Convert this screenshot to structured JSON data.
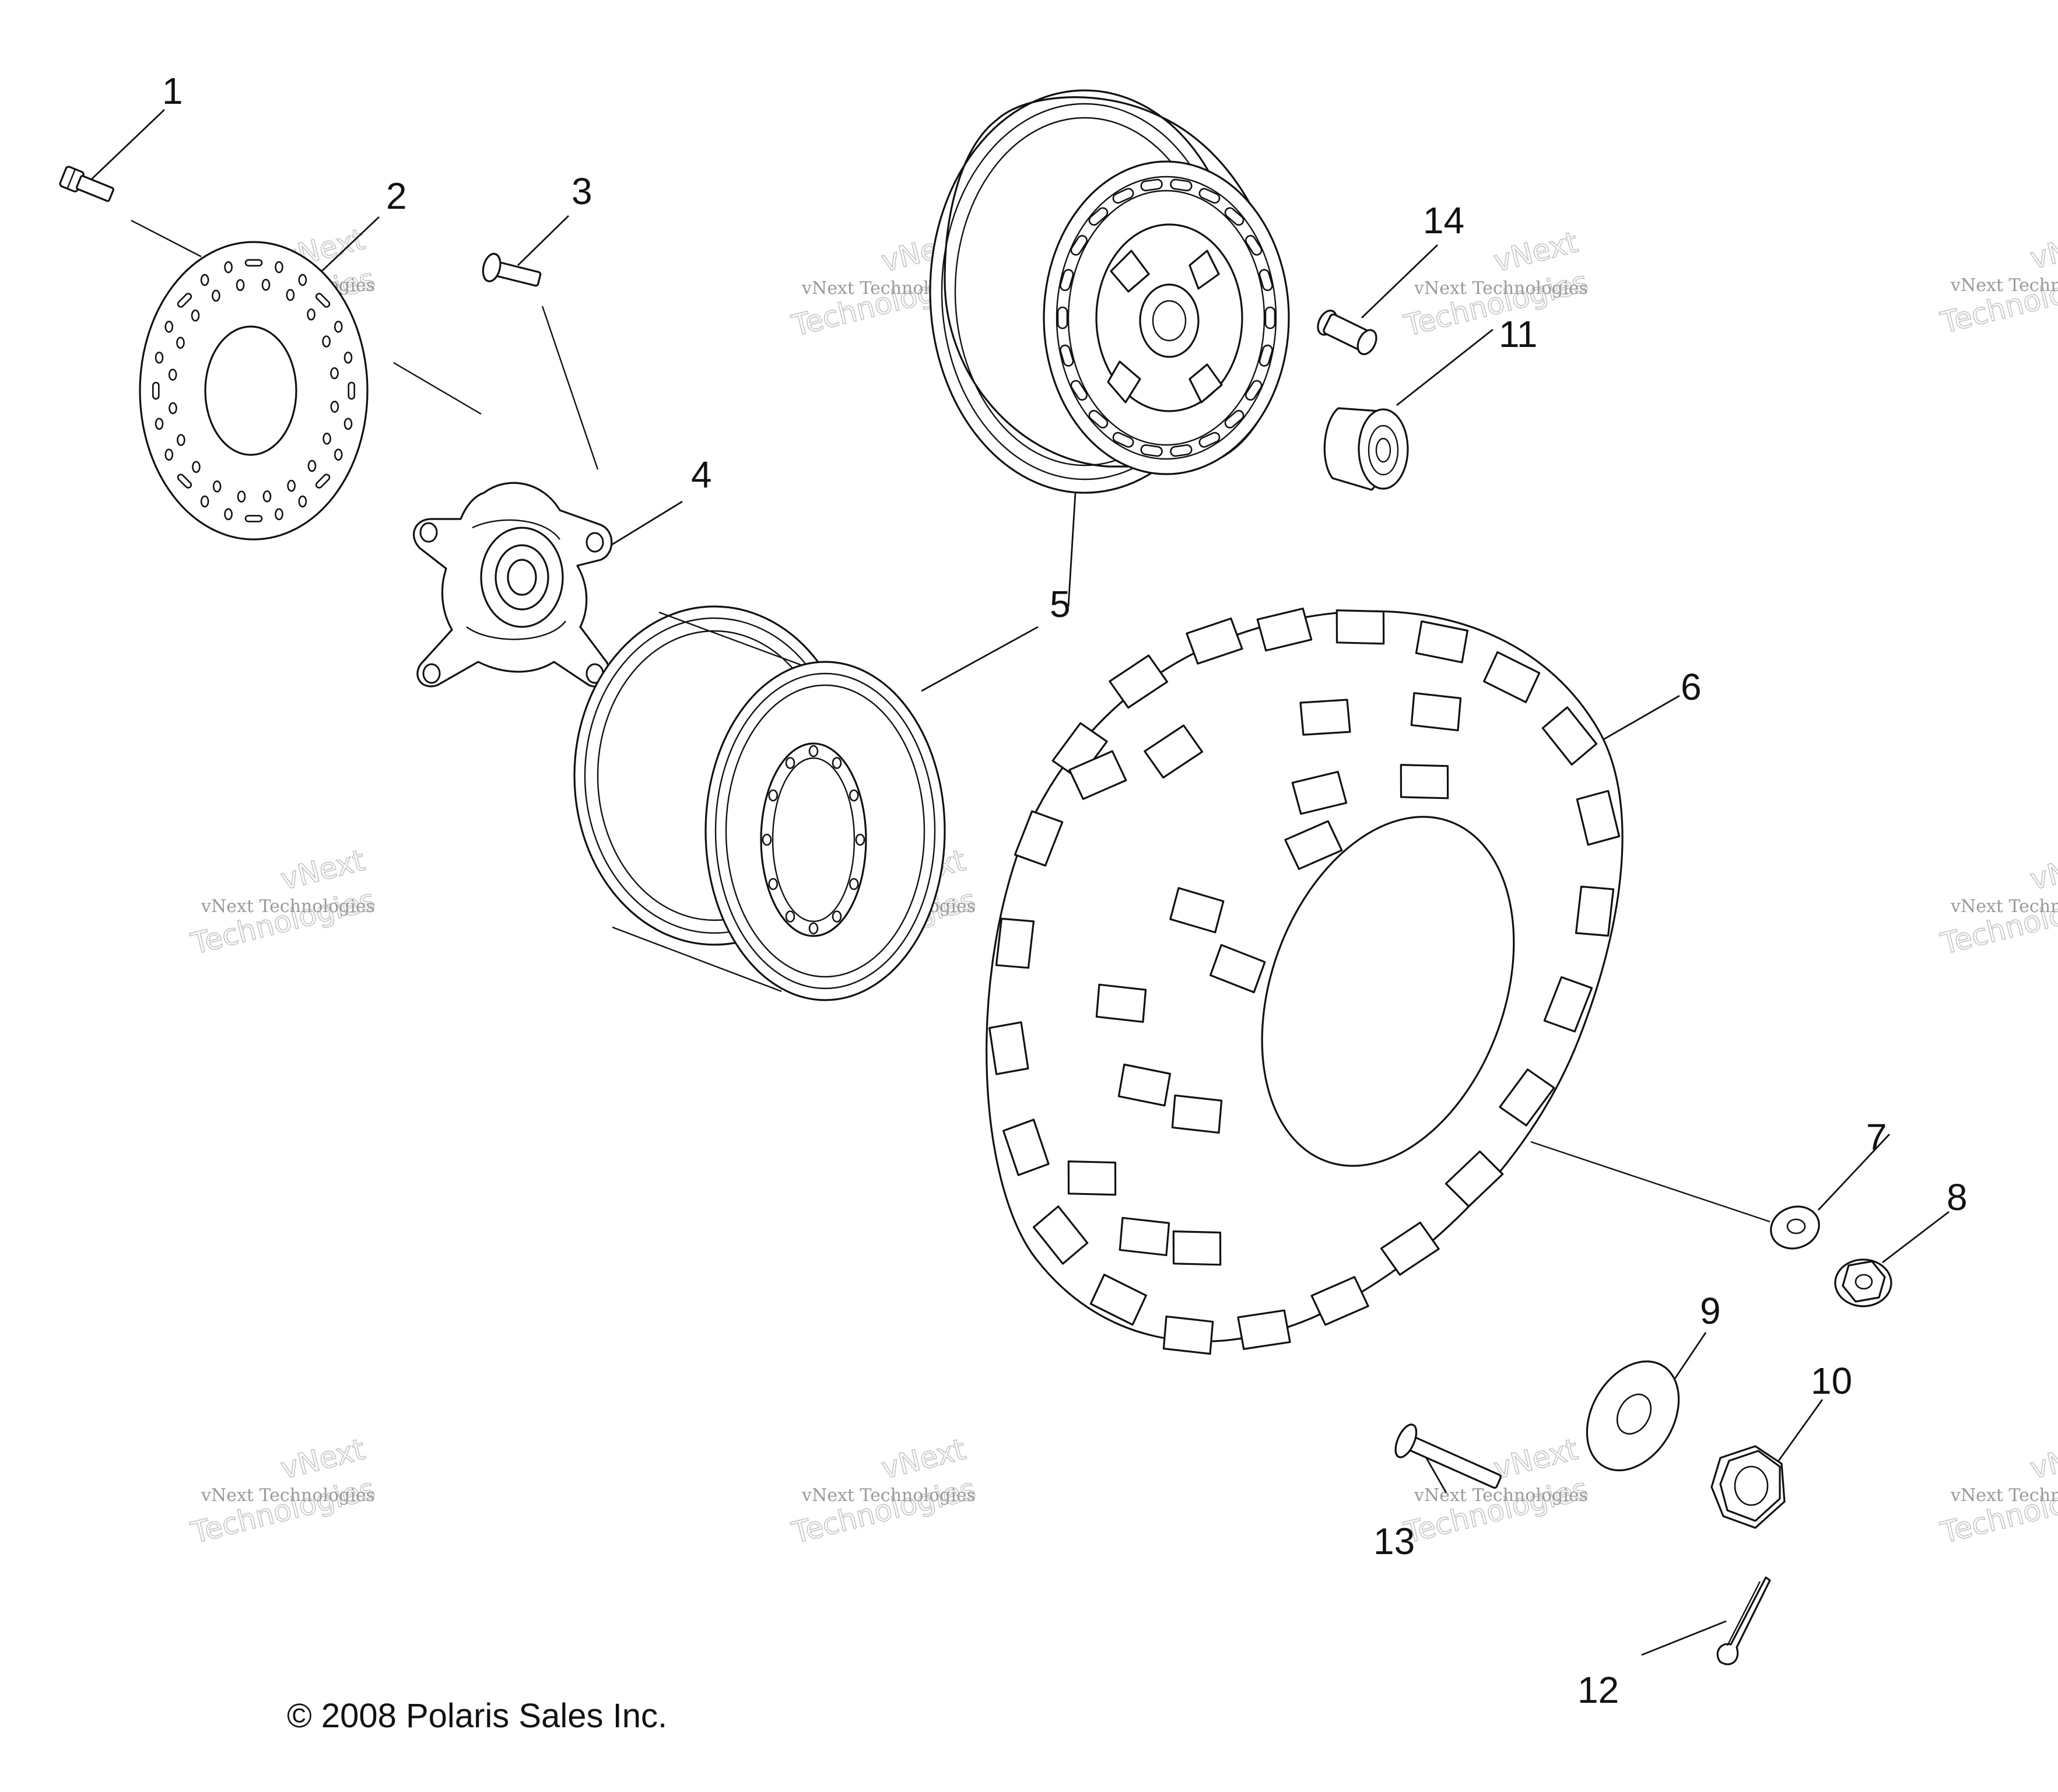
{
  "diagram": {
    "copyright": "© 2008 Polaris Sales Inc.",
    "watermark": {
      "line1": "vNext Technologies",
      "big_line1": "vNext",
      "big_line2": "Technologies"
    },
    "callouts": [
      "1",
      "2",
      "3",
      "4",
      "5",
      "6",
      "7",
      "8",
      "9",
      "10",
      "11",
      "12",
      "13",
      "14"
    ]
  }
}
